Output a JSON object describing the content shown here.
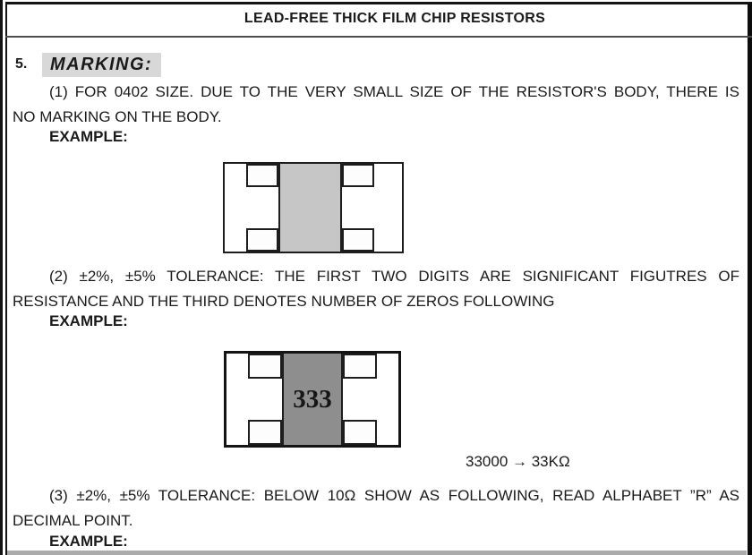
{
  "doc": {
    "title": "LEAD-FREE THICK FILM CHIP RESISTORS",
    "section_number": "5.",
    "section_title": "MARKING:",
    "items": [
      {
        "text_line1": "(1) FOR 0402 SIZE. DUE TO THE VERY SMALL SIZE OF THE RESISTOR'S BODY, THERE IS",
        "text_line2": "NO MARKING ON THE BODY.",
        "example_label": "EXAMPLE:"
      },
      {
        "text_line1": "(2) ±2%, ±5% TOLERANCE: THE FIRST TWO DIGITS ARE SIGNIFICANT FIGUTRES OF",
        "text_line2": "RESISTANCE AND THE THIRD DENOTES NUMBER OF ZEROS FOLLOWING",
        "example_label": "EXAMPLE:"
      },
      {
        "text_line1": "(3) ±2%, ±5% TOLERANCE: BELOW 10Ω SHOW AS FOLLOWING, READ ALPHABET ”R” AS",
        "text_line2": "DECIMAL POINT.",
        "example_label": "EXAMPLE:"
      }
    ],
    "diagram_unmarked": {
      "marking": ""
    },
    "diagram_marked": {
      "marking": "333"
    },
    "conversion_text": "33000 → 33KΩ",
    "colors": {
      "unmarked_body": "#c6c6c6",
      "marked_body": "#8e8e8e",
      "section_highlight": "#d8d8d8",
      "bottom_band": "#ababab"
    }
  }
}
